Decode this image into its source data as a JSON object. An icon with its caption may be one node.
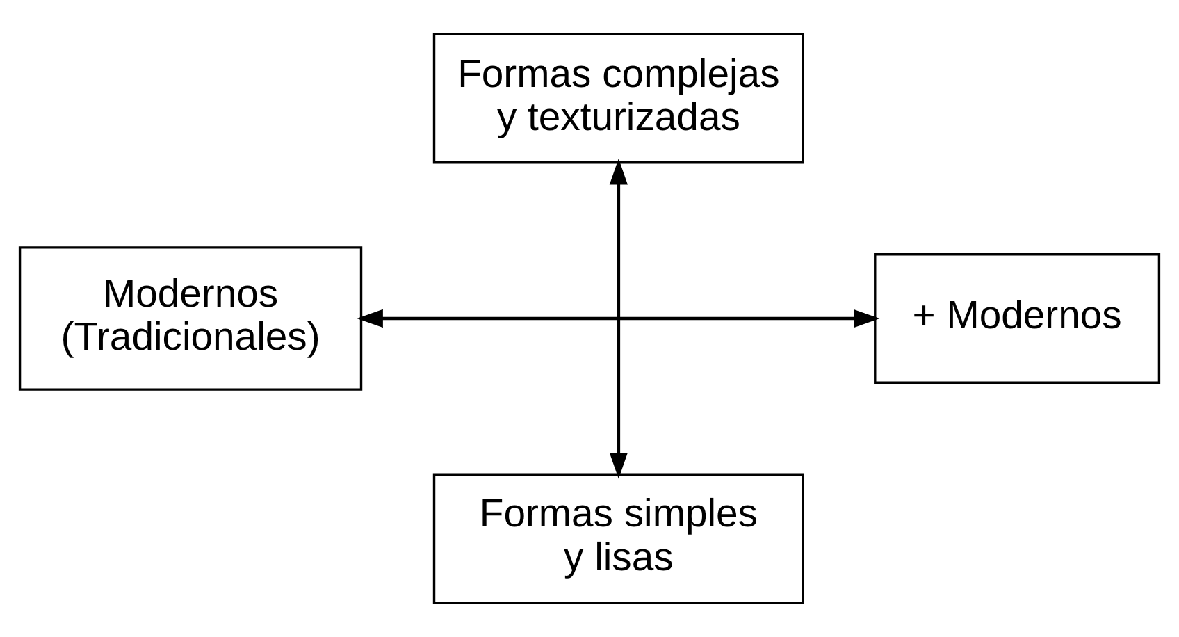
{
  "diagram": {
    "nodes": [
      {
        "text": [
          "Formas complejas y texturizadas"
        ]
      },
      {
        "text": [
          "Modernos (Tradicionales)"
        ]
      },
      {
        "text": [
          "+ Modernos"
        ]
      },
      {
        "text": [
          "Formas simples y lisas"
        ]
      }
    ],
    "edges": [
      {
        "from": 0,
        "to": 3,
        "arrow": "both"
      },
      {
        "from": 1,
        "to": 2,
        "arrow": "both"
      }
    ]
  }
}
